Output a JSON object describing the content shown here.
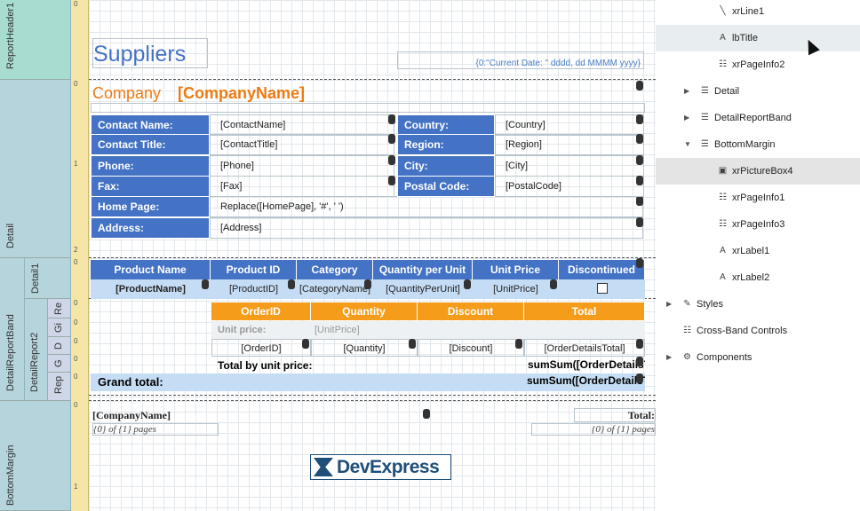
{
  "bands": {
    "report_header": "ReportHeader1",
    "detail": "Detail",
    "detail_report_band": "DetailReportBand",
    "detail1": "Detail1",
    "detail_report2": "DetailReport2",
    "g1": "Gi",
    "rep_short": "Re",
    "d_short": "D",
    "g2": "G",
    "rep2": "Rep",
    "bottom_margin": "BottomMargin"
  },
  "ruler": {
    "t0": "0",
    "t1": "1",
    "t2": "2",
    "t3": "0",
    "t4": "1"
  },
  "report_header": {
    "title": "Suppliers",
    "page_info": "{0:\"Current Date: \" dddd, dd MMMM yyyy}"
  },
  "detail": {
    "company_label": "Company",
    "company_value": "[CompanyName]",
    "left_fields": [
      {
        "label": "Contact Name:",
        "value": "[ContactName]"
      },
      {
        "label": "Contact Title:",
        "value": "[ContactTitle]"
      },
      {
        "label": "Phone:",
        "value": "[Phone]"
      },
      {
        "label": "Fax:",
        "value": "[Fax]"
      },
      {
        "label": "Home Page:",
        "value": "Replace([HomePage], '#', ' ')"
      },
      {
        "label": "Address:",
        "value": "[Address]"
      }
    ],
    "right_fields": [
      {
        "label": "Country:",
        "value": "[Country]"
      },
      {
        "label": "Region:",
        "value": "[Region]"
      },
      {
        "label": "City:",
        "value": "[City]"
      },
      {
        "label": "Postal Code:",
        "value": "[PostalCode]"
      }
    ]
  },
  "products": {
    "headers": [
      "Product Name",
      "Product ID",
      "Category",
      "Quantity per Unit",
      "Unit Price",
      "Discontinued"
    ],
    "values": [
      "[ProductName]",
      "[ProductID]",
      "[CategoryName]",
      "[QuantityPerUnit]",
      "[UnitPrice]",
      ""
    ]
  },
  "orders": {
    "headers": [
      "OrderID",
      "Quantity",
      "Discount",
      "Total"
    ],
    "unit_price_label": "Unit price:",
    "unit_price_value": "[UnitPrice]",
    "values": [
      "[OrderID]",
      "[Quantity]",
      "[Discount]",
      "[OrderDetailsTotal]"
    ],
    "total_by_unit_label": "Total by unit price:",
    "sum1": "sumSum([OrderDetailsTotal])",
    "grand_total_label": "Grand total:",
    "sum2": "sumSum([OrderDetailsTotal])"
  },
  "bottom_margin": {
    "company": "[CompanyName]",
    "pages_left": "{0} of {1} pages",
    "total_label": "Total:",
    "pages_right": "{0} of {1} pages",
    "logo": "DevExpress"
  },
  "tree": {
    "items": [
      {
        "label": "xrLine1",
        "icon": "line-icon"
      },
      {
        "label": "lbTitle",
        "icon": "label-icon"
      },
      {
        "label": "xrPageInfo2",
        "icon": "page-info-icon"
      },
      {
        "label": "Detail",
        "icon": "band-icon"
      },
      {
        "label": "DetailReportBand",
        "icon": "band-icon"
      },
      {
        "label": "BottomMargin",
        "icon": "band-icon"
      },
      {
        "label": "xrPictureBox4",
        "icon": "picture-icon"
      },
      {
        "label": "xrPageInfo1",
        "icon": "page-info-icon"
      },
      {
        "label": "xrPageInfo3",
        "icon": "page-info-icon"
      },
      {
        "label": "xrLabel1",
        "icon": "label-icon"
      },
      {
        "label": "xrLabel2",
        "icon": "label-icon"
      },
      {
        "label": "Styles",
        "icon": "styles-icon"
      },
      {
        "label": "Cross-Band Controls",
        "icon": "cross-band-icon"
      },
      {
        "label": "Components",
        "icon": "gear-icon"
      }
    ]
  },
  "colors": {
    "blue": "#4472c4",
    "orange": "#f59c1a",
    "light_blue": "#c5ddf4",
    "header_band": "#a8dcd0",
    "detail_band": "#b6d4dc"
  }
}
